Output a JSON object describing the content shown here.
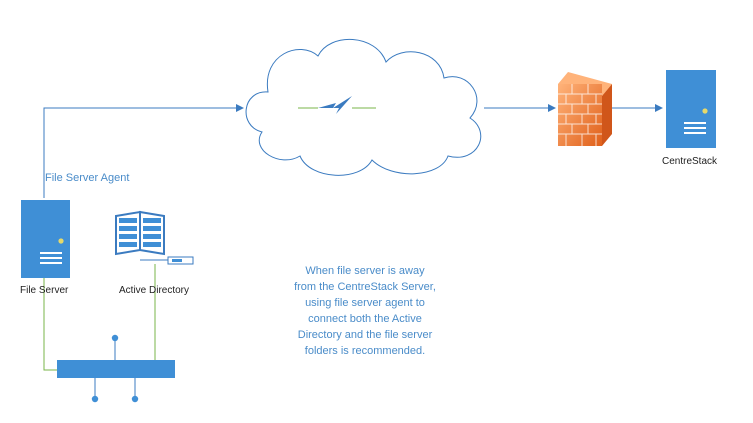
{
  "labels": {
    "centrestack": "CentreStack",
    "file_server": "File Server",
    "active_directory": "Active Directory",
    "file_server_agent": "File Server Agent"
  },
  "note_lines": [
    "When file server is away",
    "from the CentreStack Server,",
    "using file server agent to",
    "connect both the Active",
    "Directory and the file server",
    "folders is recommended."
  ],
  "colors": {
    "connector_blue": "#3b7bc0",
    "connector_green": "#7ab648",
    "server_fill": "#3f8fd6",
    "firewall_orange": "#f07a24",
    "note_text": "#4a8cc9"
  },
  "icons": [
    "cloud-icon",
    "lightning-icon",
    "firewall-icon",
    "server-icon",
    "directory-book-icon",
    "network-switch-icon"
  ]
}
